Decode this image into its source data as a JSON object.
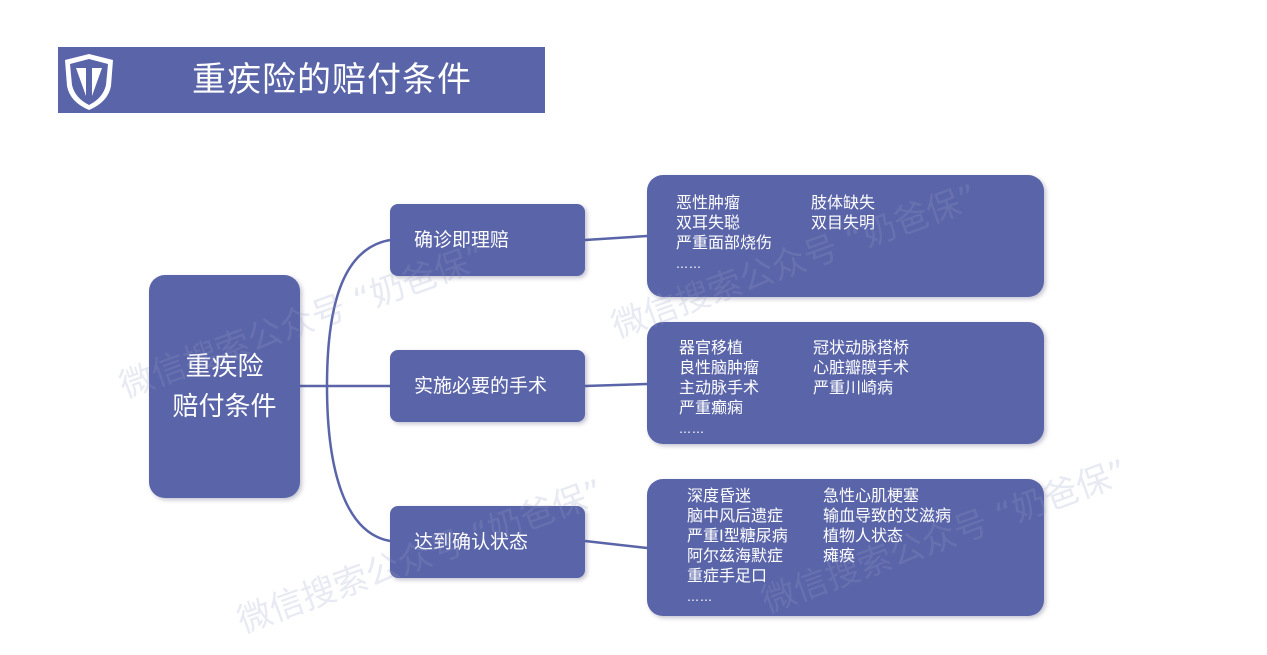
{
  "header": {
    "title": "重疾险的赔付条件"
  },
  "root": {
    "line1": "重疾险",
    "line2": "赔付条件"
  },
  "branches": [
    {
      "label": "确诊即理赔",
      "col_a": [
        "恶性肿瘤",
        "双耳失聪",
        "严重面部烧伤",
        "……"
      ],
      "col_b": [
        "肢体缺失",
        "双目失明"
      ]
    },
    {
      "label": "实施必要的手术",
      "col_a": [
        "器官移植",
        "良性脑肿瘤",
        "主动脉手术",
        "严重癫痫",
        "……"
      ],
      "col_b": [
        "冠状动脉搭桥",
        "心脏瓣膜手术",
        "严重川崎病"
      ]
    },
    {
      "label": "达到确认状态",
      "col_a": [
        "深度昏迷",
        "脑中风后遗症",
        "严重I型糖尿病",
        "阿尔兹海默症",
        "重症手足口",
        "……"
      ],
      "col_b": [
        "急性心肌梗塞",
        "输血导致的艾滋病",
        "植物人状态",
        "瘫痪"
      ]
    }
  ],
  "watermarks": [
    "微信搜索公众号 “奶爸保”",
    "微信搜索公众号 “奶爸保”",
    "微信搜索公众号 “奶爸保”",
    "微信搜索公众号 “奶爸保”"
  ],
  "colors": {
    "box": "#5a64a8",
    "line": "#5a64a8",
    "text": "#ffffff"
  }
}
